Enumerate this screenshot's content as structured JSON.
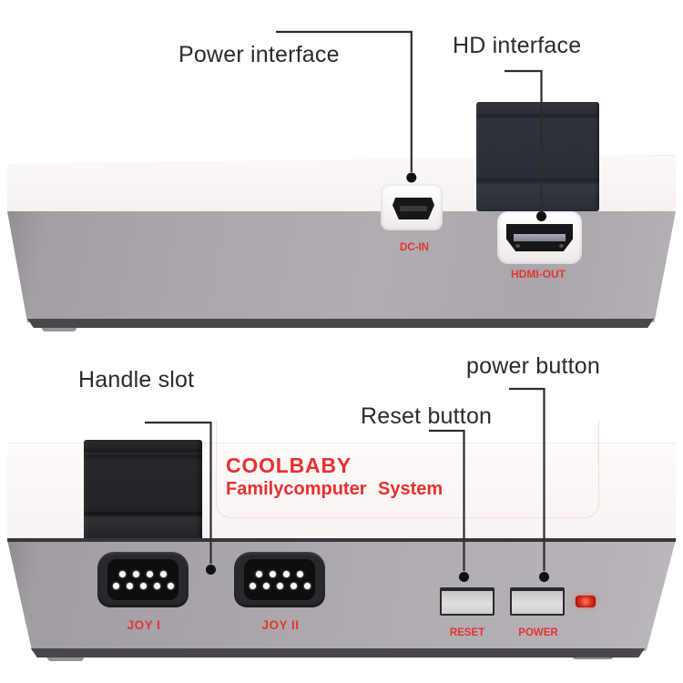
{
  "colors": {
    "print_red": "#e5342f",
    "brand_red": "#e8302e",
    "body_gray": "#a9a5ab",
    "annotation_ink": "#2c2a2b",
    "leader_line": "#2d2d2d"
  },
  "annotations": {
    "power_interface": "Power interface",
    "hd_interface": "HD interface",
    "handle_slot": "Handle slot",
    "reset_button": "Reset button",
    "power_button": "power button"
  },
  "back_view": {
    "dc_in_label": "DC-IN",
    "hdmi_out_label": "HDMI-OUT"
  },
  "front_view": {
    "brand": "COOLBABY",
    "system_name": "Familycomputer System",
    "joy1_label": "JOY I",
    "joy2_label": "JOY II",
    "reset_label": "RESET",
    "power_label": "POWER"
  }
}
